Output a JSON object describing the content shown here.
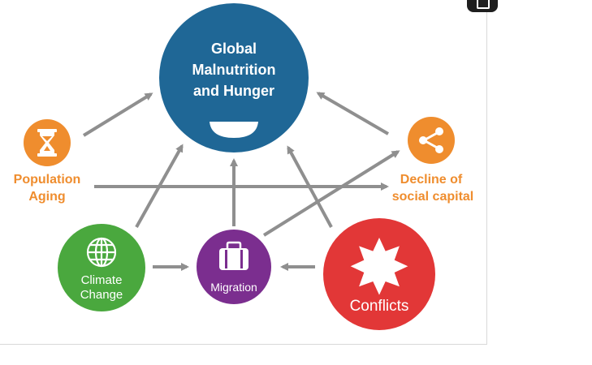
{
  "diagram": {
    "center": {
      "line1": "Global",
      "line2": "Malnutrition",
      "line3": "and Hunger",
      "color": "#1f6796"
    },
    "population": {
      "line1": "Population",
      "line2": "Aging",
      "color": "#ef8d2e",
      "icon": "hourglass-icon"
    },
    "social": {
      "line1": "Decline of",
      "line2": "social capital",
      "color": "#ef8d2e",
      "icon": "share-icon"
    },
    "climate": {
      "line1": "Climate",
      "line2": "Change",
      "color": "#4aa83e",
      "icon": "globe-icon"
    },
    "migration": {
      "line1": "Migration",
      "color": "#7b2e8f",
      "icon": "suitcase-icon"
    },
    "conflicts": {
      "line1": "Conflicts",
      "color": "#e23737",
      "icon": "star-burst-icon"
    },
    "arrow_color": "#8f8f8f"
  }
}
